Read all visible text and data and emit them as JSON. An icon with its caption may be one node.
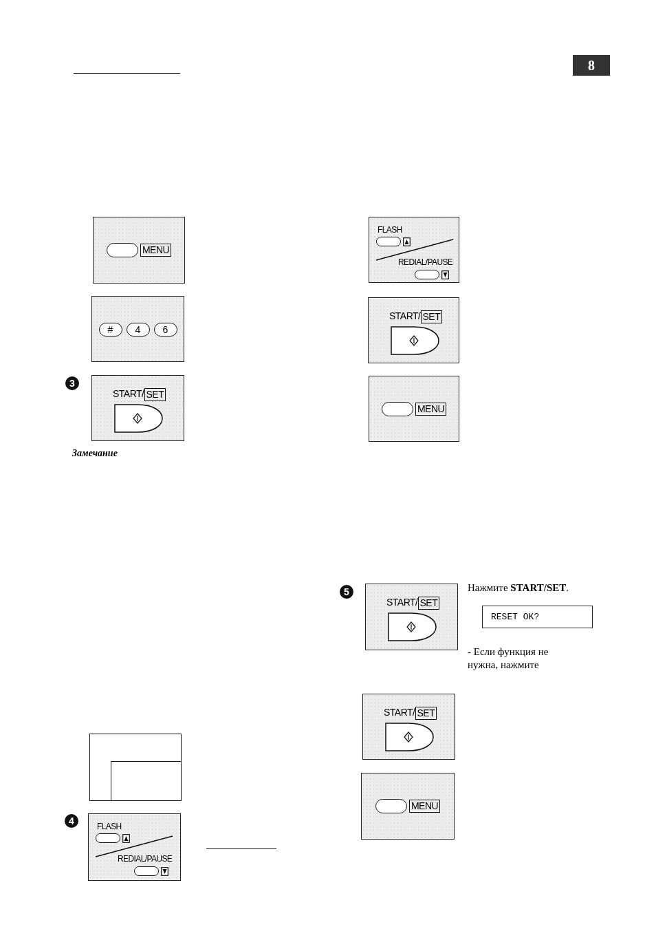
{
  "diagram": {
    "nodes": [
      {
        "text": [
          "MENU"
        ]
      },
      {
        "text": [
          "#",
          "4",
          "6"
        ]
      },
      {
        "text": [
          "START/",
          "SET"
        ],
        "beside": [
          "3"
        ]
      },
      {
        "text": [],
        "shape": "box"
      },
      {
        "text": [],
        "shape": "box",
        "in": 3
      },
      {
        "text": [
          "FLASH",
          "REDIAL/PAUSE"
        ],
        "beside": [
          "4"
        ]
      },
      {
        "text": [
          "FLASH",
          "REDIAL/PAUSE"
        ]
      },
      {
        "text": [
          "START/",
          "SET"
        ]
      },
      {
        "text": [
          "MENU"
        ]
      },
      {
        "text": [
          "START/",
          "SET"
        ],
        "beside": [
          "5"
        ]
      },
      {
        "text": [
          "RESET OK?"
        ]
      },
      {
        "text": [
          "START/",
          "SET"
        ]
      },
      {
        "text": [
          "MENU"
        ]
      }
    ],
    "labels": [
      "8",
      "Замечание",
      "Нажмите **START/SET**.",
      "- Если функция не нужна, нажмите"
    ]
  }
}
